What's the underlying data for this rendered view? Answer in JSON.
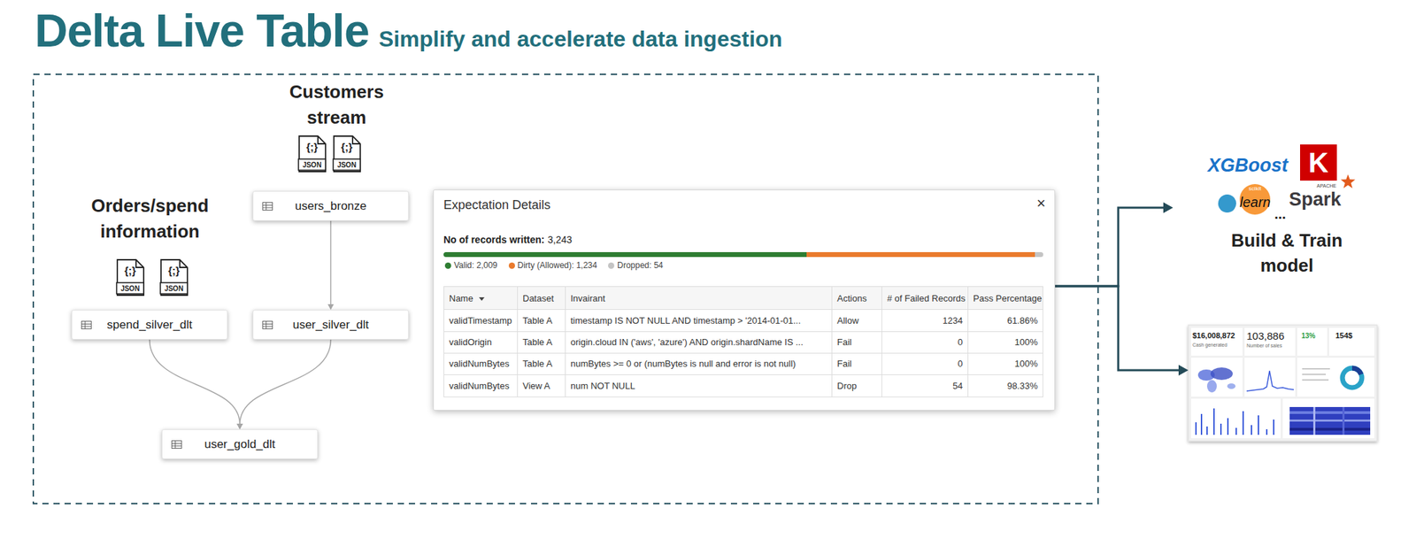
{
  "diagram": {
    "title": "Delta Live Table",
    "nodes": [
      {
        "text": [
          "users_bronze"
        ]
      },
      {
        "text": [
          "spend_silver_dlt"
        ]
      },
      {
        "text": [
          "user_silver_dlt"
        ]
      },
      {
        "text": [
          "user_gold_dlt"
        ]
      },
      {
        "text": [
          "Expectation Details"
        ]
      },
      {
        "text": [
          "Build & Train model"
        ]
      },
      {
        "text": [
          "$16,008,872",
          "Cash generated",
          "103,886",
          "Number of sales",
          "13%",
          "154$"
        ]
      }
    ],
    "edges": [
      {
        "from": 0,
        "to": 2,
        "arrow": "to"
      },
      {
        "from": 1,
        "to": 3,
        "arrow": "to"
      },
      {
        "from": 2,
        "to": 3,
        "arrow": "to"
      },
      {
        "from": 4,
        "to": 5,
        "arrow": "to"
      },
      {
        "from": 4,
        "to": 6,
        "arrow": "to"
      }
    ],
    "labels": [
      "Simplify and accelerate data ingestion",
      "Customers stream",
      "{;}",
      "JSON",
      "{;}",
      "JSON",
      "Orders/spend information",
      "{;}",
      "JSON",
      "{;}",
      "JSON",
      "×",
      "No of records written:",
      "3,243",
      "Name",
      "Dataset",
      "Invairant",
      "Actions",
      "# of Failed Records",
      "Pass Percentage",
      "validTimestamp",
      "Table A",
      "timestamp IS NOT NULL AND timestamp > '2014-01-01...",
      "Allow",
      "1234",
      "61.86%",
      "validOrigin",
      "Table A",
      "origin.cloud IN ('aws', 'azure') AND origin.shardName IS ...",
      "Fail",
      "0",
      "100%",
      "validNumBytes",
      "Table A",
      "numBytes >= 0 or (numBytes is null and error is not null)",
      "Fail",
      "0",
      "100%",
      "validNumBytes",
      "View A",
      "num NOT NULL",
      "Drop",
      "54",
      "98.33%",
      "XGBoost",
      "K",
      "scikit",
      "learn",
      "APACHE",
      "Spark",
      "..."
    ],
    "legend": [
      {
        "text": "Valid: 2,009",
        "color": "#2e7d32"
      },
      {
        "text": "Dirty (Allowed): 1,234",
        "color": "#ea7a2c"
      },
      {
        "text": "Dropped: 54",
        "color": "#c4c4c4"
      }
    ]
  }
}
